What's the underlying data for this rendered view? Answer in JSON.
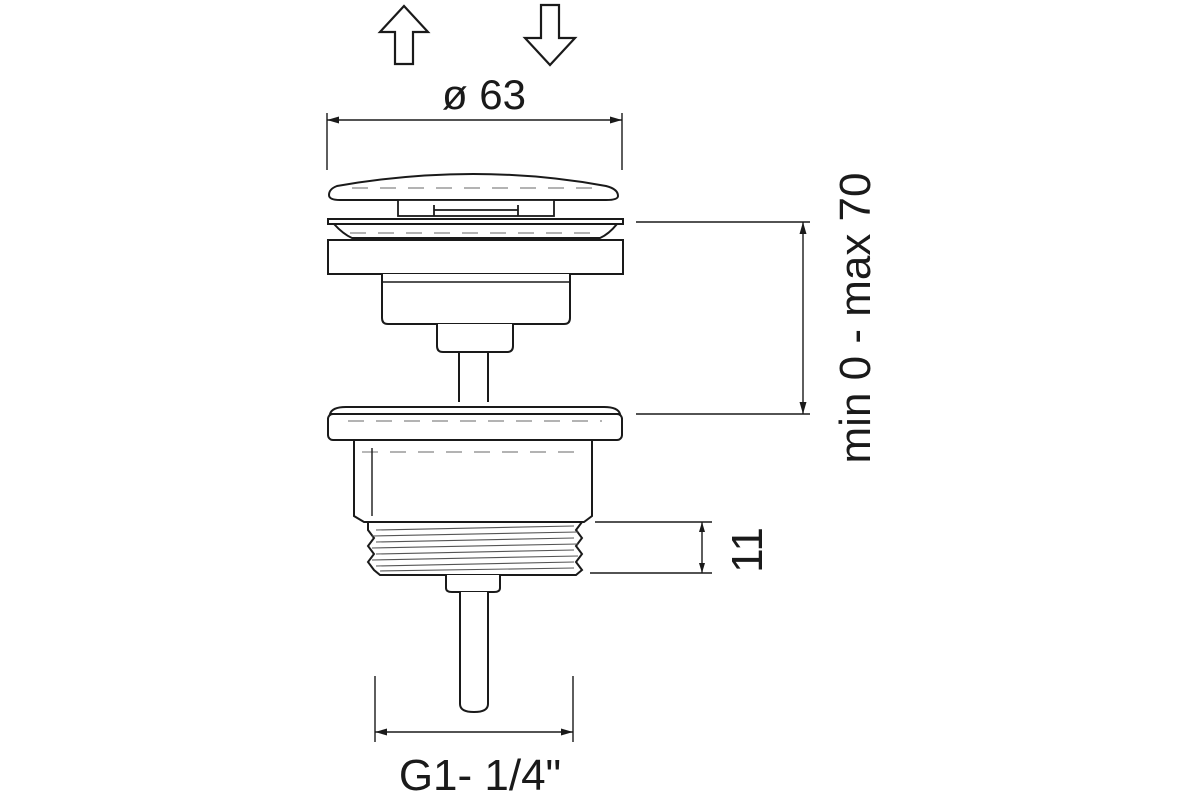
{
  "diagram": {
    "dimensions": {
      "diameter_label": "ø 63",
      "travel_label": "min 0 - max 70",
      "thread_length_label": "11",
      "thread_size_label": "G1- 1/4\""
    },
    "icons": {
      "up_arrow": "arrow-up-icon",
      "down_arrow": "arrow-down-icon"
    },
    "colors": {
      "line": "#1a1a1a",
      "hidden_line": "#9a9a9a",
      "background": "#ffffff"
    }
  }
}
